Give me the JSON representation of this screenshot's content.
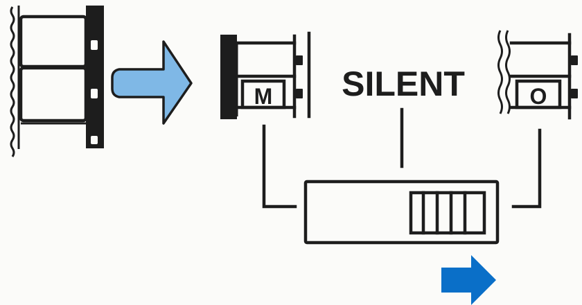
{
  "labels": {
    "mode_title": "SILENT",
    "left_frame_letter": "M",
    "right_frame_letter": "O"
  },
  "colors": {
    "ink": "#1d1d1d",
    "light_blue_arrow": "#7fb8e6",
    "light_blue_outline": "#1d1d1d",
    "dark_blue_arrow": "#0a6fc8",
    "background": "#fbfbf9"
  },
  "icons": {
    "input_arrow": "right-arrow-icon",
    "direction_arrow": "right-arrow-icon",
    "film_strip": "film-strip-icon",
    "switch_grip": "slider-grip-icon"
  },
  "switch": {
    "position": "right"
  }
}
